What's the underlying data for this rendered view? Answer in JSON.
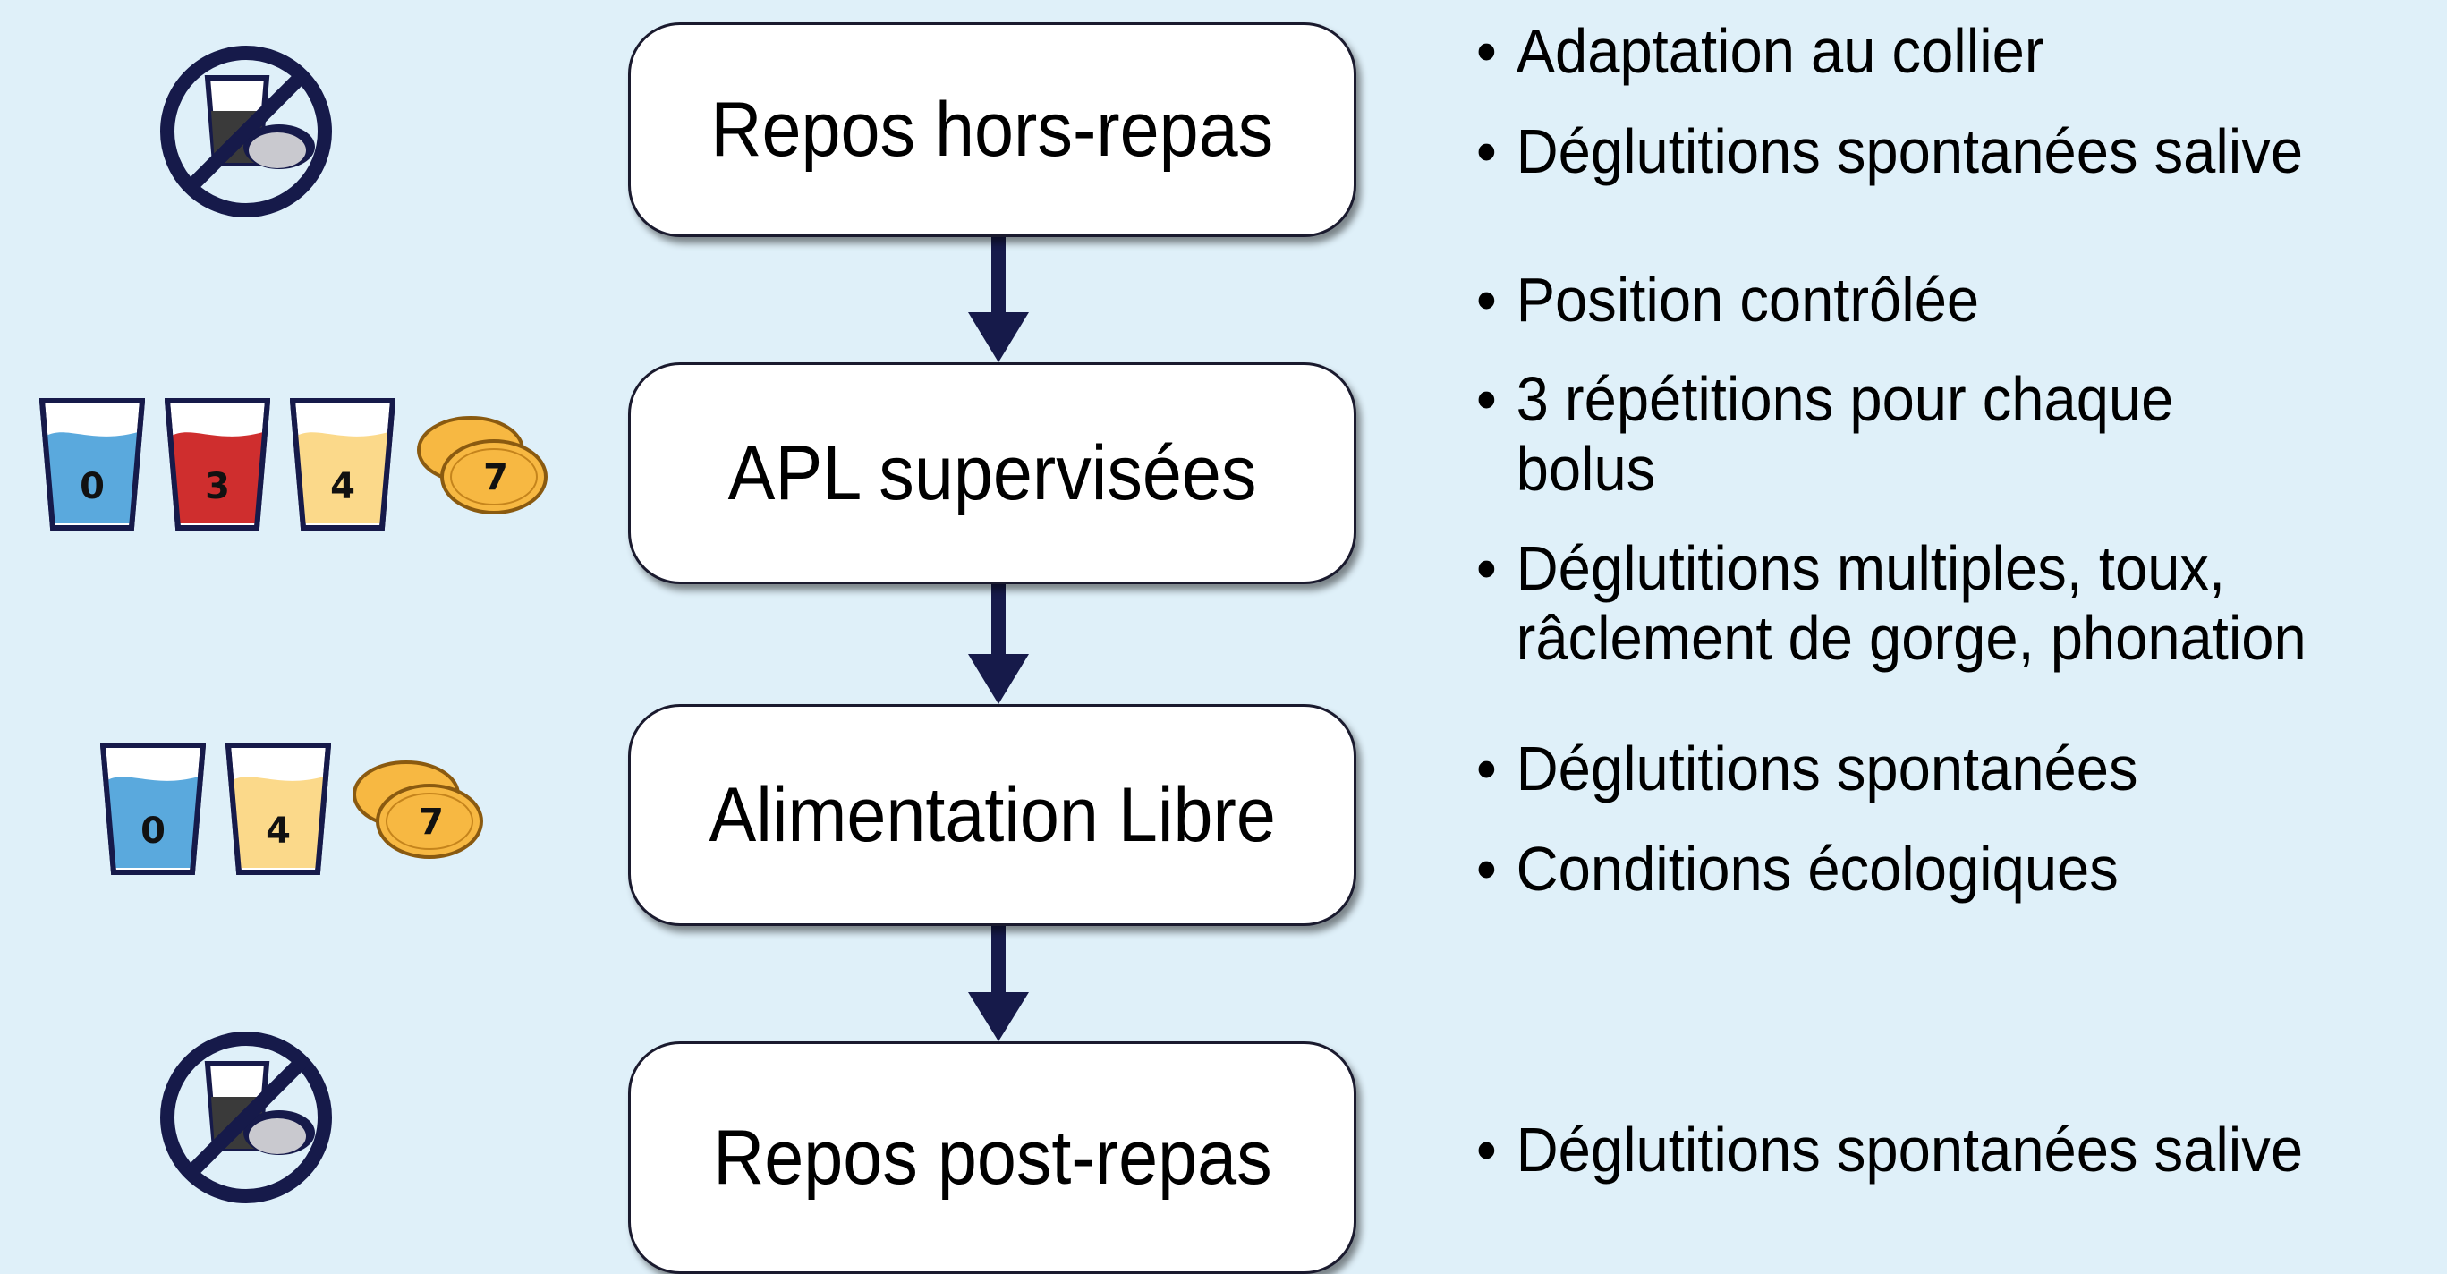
{
  "steps": [
    {
      "label": "Repos hors-repas"
    },
    {
      "label": "APL supervisées"
    },
    {
      "label": "Alimentation Libre"
    },
    {
      "label": "Repos post-repas"
    }
  ],
  "notes": [
    [
      "Adaptation au collier",
      "Déglutitions spontanées salive"
    ],
    [
      "Position contrôlée",
      "3 répétitions pour chaque\nbolus",
      "Déglutitions multiples, toux,\nrâclement de gorge, phonation"
    ],
    [
      "Déglutitions spontanées",
      "Conditions écologiques"
    ],
    [
      "Déglutitions spontanées salive"
    ]
  ],
  "bullet": "•",
  "bolus_icons": {
    "step2": [
      {
        "kind": "cup",
        "number": "0",
        "color": "#5aa9dd"
      },
      {
        "kind": "cup",
        "number": "3",
        "color": "#cf2e2e"
      },
      {
        "kind": "cup",
        "number": "4",
        "color": "#fbd98a"
      },
      {
        "kind": "biscuit",
        "number": "7",
        "color": "#f7b842"
      }
    ],
    "step3": [
      {
        "kind": "cup",
        "number": "0",
        "color": "#5aa9dd"
      },
      {
        "kind": "cup",
        "number": "4",
        "color": "#fbd98a"
      },
      {
        "kind": "biscuit",
        "number": "7",
        "color": "#f7b842"
      }
    ]
  },
  "no_food_icon": "no-food-no-drink-icon",
  "colors": {
    "background": "#dff0f9",
    "arrow": "#161a4a",
    "prohibition": "#161a4a"
  }
}
